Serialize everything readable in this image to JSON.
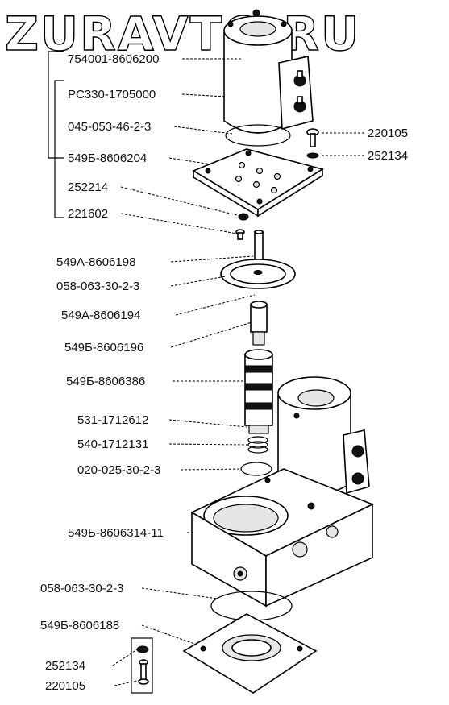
{
  "watermark": "ZURAVTO.RU",
  "labels": {
    "assembly": "754001-8606200",
    "p1": "PC330-1705000",
    "p2": "045-053-46-2-3",
    "p3": "549Б-8606204",
    "p4": "252214",
    "p5": "221602",
    "p6": "220105",
    "p7": "252134",
    "p8": "549А-8606198",
    "p9": "058-063-30-2-3",
    "p10": "549А-8606194",
    "p11": "549Б-8606196",
    "p12": "549Б-8606386",
    "p13": "531-1712612",
    "p14": "540-1712131",
    "p15": "020-025-30-2-3",
    "p16": "549Б-8606314-11",
    "p17": "058-063-30-2-3",
    "p18": "549Б-8606188",
    "p19": "252134",
    "p20": "220105"
  }
}
